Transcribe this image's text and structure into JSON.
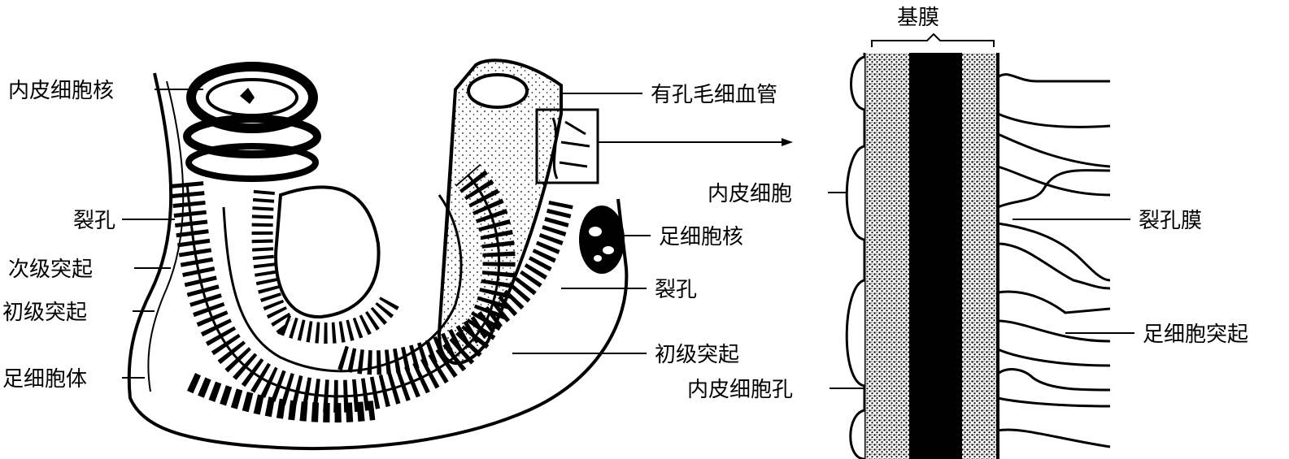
{
  "colors": {
    "ink": "#000000",
    "paper": "#ffffff"
  },
  "labels": {
    "endothelial_nucleus": "内皮细胞核",
    "slit_pore_left": "裂孔",
    "secondary_process": "次级突起",
    "primary_process_left": "初级突起",
    "podocyte_body": "足细胞体",
    "fenestrated_capillary": "有孔毛细血管",
    "podocyte_nucleus": "足细胞核",
    "slit_pore_center": "裂孔",
    "primary_process_center": "初级突起",
    "basement_membrane": "基膜",
    "endothelial_cell": "内皮细胞",
    "endothelial_pore": "内皮细胞孔",
    "slit_diaphragm": "裂孔膜",
    "podocyte_process": "足细胞突起"
  }
}
